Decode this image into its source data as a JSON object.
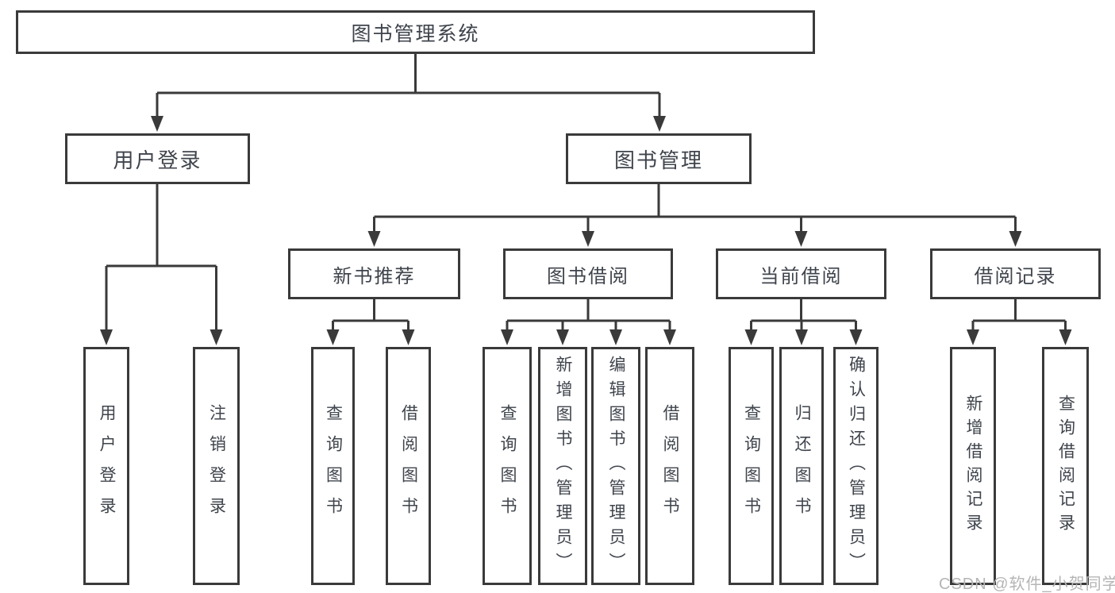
{
  "colors": {
    "line": "#3a3a3a",
    "text": "#3f444c",
    "watermark": "#b5b5b5",
    "background": "#ffffff"
  },
  "tree": {
    "root": {
      "label": "图书管理系统",
      "children": [
        {
          "label": "用户登录",
          "children": [
            {
              "label": "用户登录"
            },
            {
              "label": "注销登录"
            }
          ]
        },
        {
          "label": "图书管理",
          "children": [
            {
              "label": "新书推荐",
              "children": [
                {
                  "label": "查询图书"
                },
                {
                  "label": "借阅图书"
                }
              ]
            },
            {
              "label": "图书借阅",
              "children": [
                {
                  "label": "查询图书"
                },
                {
                  "label": "新增图书（管理员）"
                },
                {
                  "label": "编辑图书（管理员）"
                },
                {
                  "label": "借阅图书"
                }
              ]
            },
            {
              "label": "当前借阅",
              "children": [
                {
                  "label": "查询图书"
                },
                {
                  "label": "归还图书"
                },
                {
                  "label": "确认归还（管理员）"
                }
              ]
            },
            {
              "label": "借阅记录",
              "children": [
                {
                  "label": "新增借阅记录"
                },
                {
                  "label": "查询借阅记录"
                }
              ]
            }
          ]
        }
      ]
    }
  },
  "watermark": {
    "text": "CSDN @软件_小贺同学"
  }
}
